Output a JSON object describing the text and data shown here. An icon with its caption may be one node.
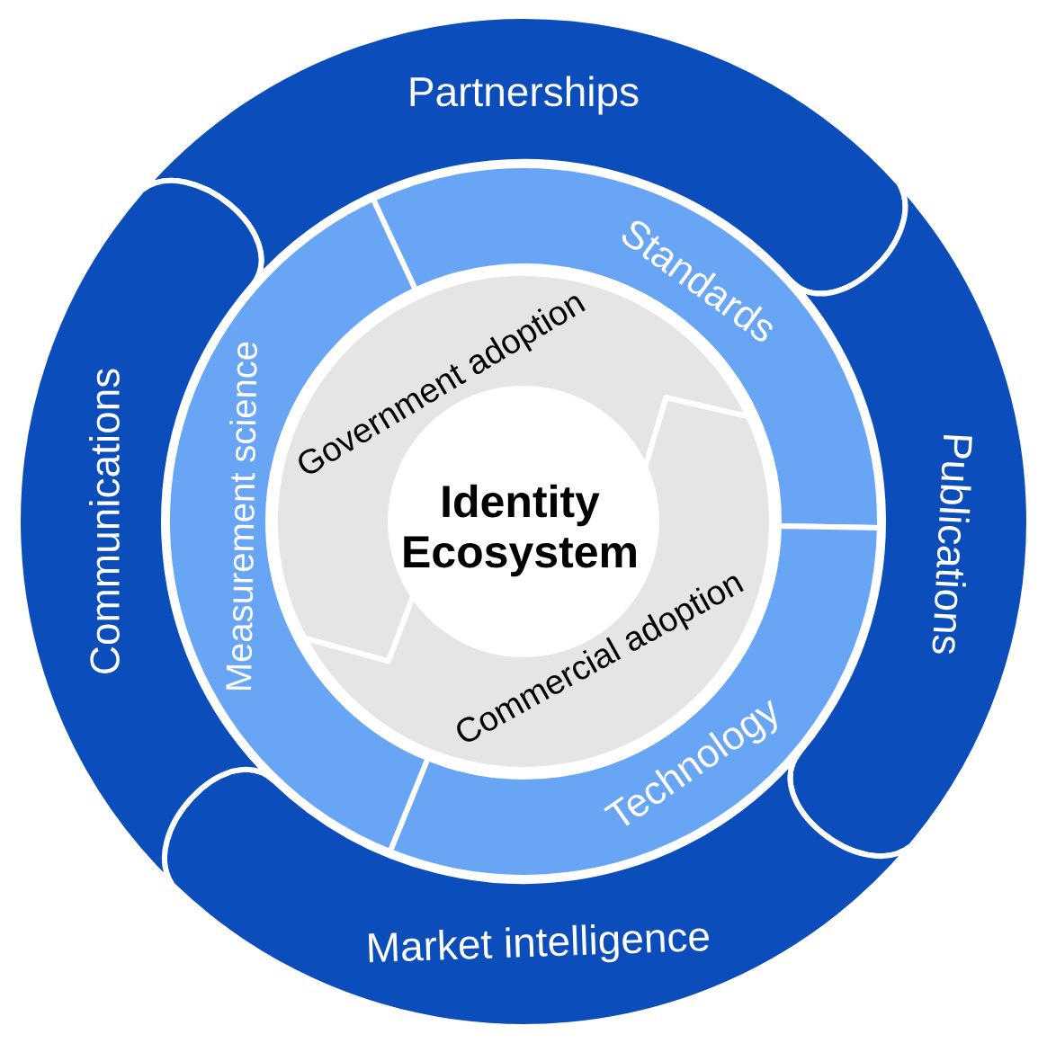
{
  "diagram": {
    "nodes": [
      {
        "text": [
          "Partnerships"
        ]
      },
      {
        "text": [
          "Publications"
        ]
      },
      {
        "text": [
          "Market intelligence"
        ]
      },
      {
        "text": [
          "Communications"
        ]
      },
      {
        "text": [
          "Standards"
        ]
      },
      {
        "text": [
          "Technology"
        ]
      },
      {
        "text": [
          "Measurement science"
        ]
      },
      {
        "text": [
          "Government adoption"
        ]
      },
      {
        "text": [
          "Commercial adoption"
        ]
      },
      {
        "text": [
          "Identity Ecosystem"
        ]
      }
    ]
  }
}
